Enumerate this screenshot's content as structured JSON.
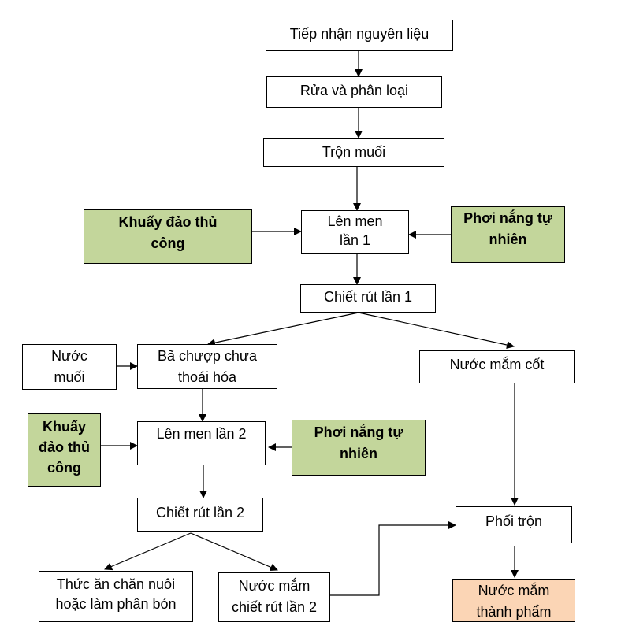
{
  "nodes": {
    "tiep_nhan": "Tiếp nhận nguyên liệu",
    "rua": "Rửa và phân loại",
    "tron_muoi": "Trộn muối",
    "khuay_1": "Khuấy đảo thủ công",
    "len_men_1": "Lên men lần 1",
    "phoi_1": "Phơi nắng tự nhiên",
    "chiet_rut_1": "Chiết rút lần 1",
    "nuoc_muoi": "Nước muối",
    "ba_chuop": "Bã chượp chưa thoái hóa",
    "nuoc_mam_cot": "Nước mắm cốt",
    "khuay_2": "Khuấy đảo thủ công",
    "len_men_2": "Lên men lần 2",
    "phoi_2": "Phơi nắng tự nhiên",
    "chiet_rut_2": "Chiết rút lần 2",
    "phoi_tron": "Phối trộn",
    "thuc_an": "Thức ăn chăn nuôi hoặc làm phân bón",
    "nuoc_mam_chiet_2": "Nước mắm chiết rút lần 2",
    "thanh_pham": "Nước mắm thành phẩm"
  },
  "colors": {
    "green": "#c3d69b",
    "peach": "#fbd5b5"
  }
}
